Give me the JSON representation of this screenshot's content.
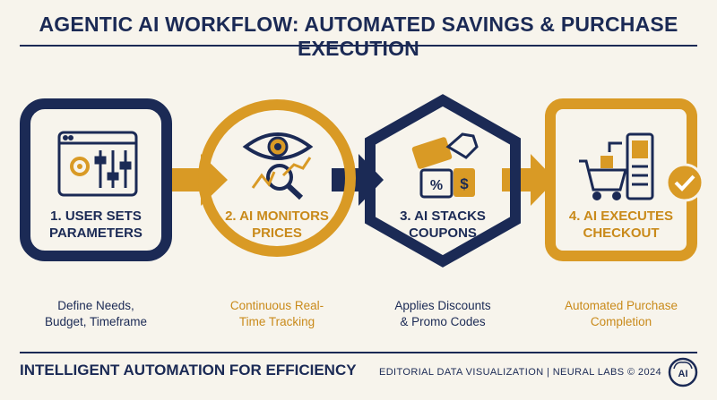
{
  "title": "AGENTIC AI WORKFLOW: AUTOMATED SAVINGS & PURCHASE EXECUTION",
  "steps": [
    {
      "line1": "1. USER SETS",
      "line2": "PARAMETERS",
      "desc1": "Define Needs,",
      "desc2": "Budget, Timeframe",
      "icon": "settings-sliders-icon"
    },
    {
      "line1": "2. AI MONITORS",
      "line2": "PRICES",
      "desc1": "Continuous Real-",
      "desc2": "Time Tracking",
      "icon": "eye-magnifier-icon"
    },
    {
      "line1": "3. AI STACKS",
      "line2": "COUPONS",
      "desc1": "Applies Discounts",
      "desc2": "& Promo Codes",
      "icon": "coupons-icon"
    },
    {
      "line1": "4. AI EXECUTES",
      "line2": "CHECKOUT",
      "desc1": "Automated Purchase",
      "desc2": "Completion",
      "icon": "cart-terminal-icon"
    }
  ],
  "footer": {
    "left": "INTELLIGENT AUTOMATION FOR EFFICIENCY",
    "right": "EDITORIAL DATA VISUALIZATION  |  NEURAL LABS © 2024",
    "badge": "AI"
  },
  "colors": {
    "navy": "#1b2a55",
    "orange": "#d99a25",
    "background": "#f7f4ec"
  }
}
